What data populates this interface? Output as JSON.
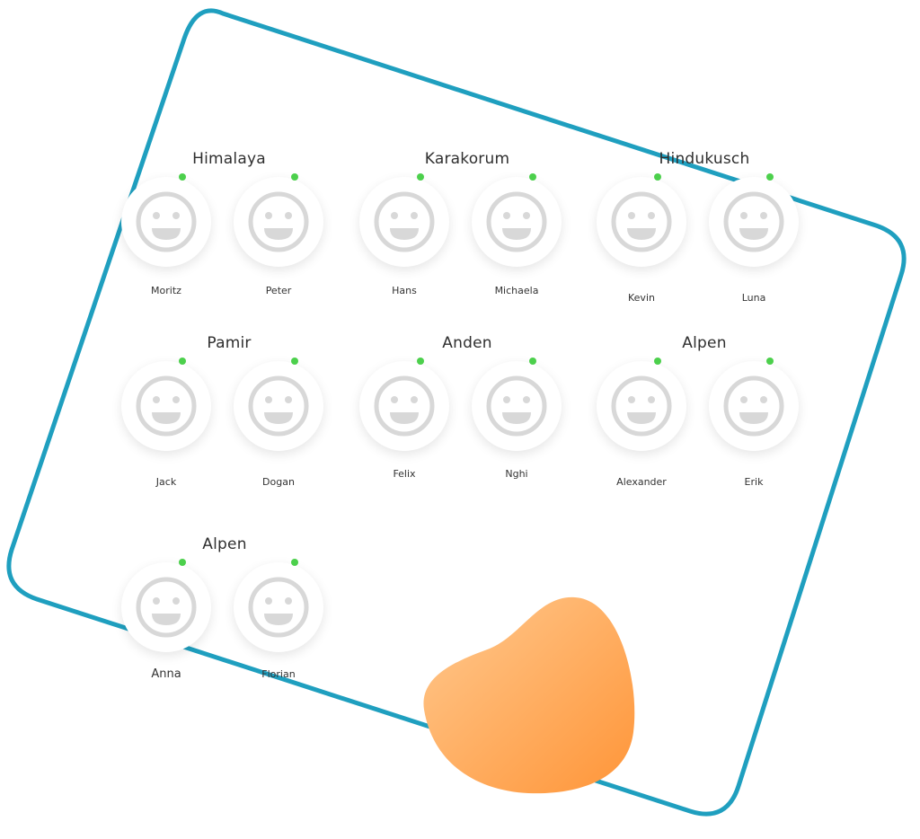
{
  "colors": {
    "frame_stroke": "#1f9fbf",
    "status_online": "#4cd04c",
    "smiley_gray": "#d8d8d8",
    "blob_light": "#ffc187",
    "blob_dark": "#ff9a3c"
  },
  "icons": {
    "avatar": "smiley-face-icon",
    "status": "online-status-dot"
  },
  "teams": [
    {
      "name": "Himalaya",
      "members": [
        {
          "name": "Moritz",
          "status": "online"
        },
        {
          "name": "Peter",
          "status": "online"
        }
      ]
    },
    {
      "name": "Karakorum",
      "members": [
        {
          "name": "Hans",
          "status": "online"
        },
        {
          "name": "Michaela",
          "status": "online"
        }
      ]
    },
    {
      "name": "Hindukusch",
      "members": [
        {
          "name": "Kevin",
          "status": "online"
        },
        {
          "name": "Luna",
          "status": "online"
        }
      ]
    },
    {
      "name": "Pamir",
      "members": [
        {
          "name": "Jack",
          "status": "online"
        },
        {
          "name": "Dogan",
          "status": "online"
        }
      ]
    },
    {
      "name": "Anden",
      "members": [
        {
          "name": "Felix",
          "status": "online"
        },
        {
          "name": "Nghi",
          "status": "online"
        }
      ]
    },
    {
      "name": "Alpen",
      "members": [
        {
          "name": "Alexander",
          "status": "online"
        },
        {
          "name": "Erik",
          "status": "online"
        }
      ]
    },
    {
      "name": "Alpen",
      "members": [
        {
          "name": "Anna",
          "status": "online"
        },
        {
          "name": "Florian",
          "status": "online"
        }
      ]
    }
  ]
}
